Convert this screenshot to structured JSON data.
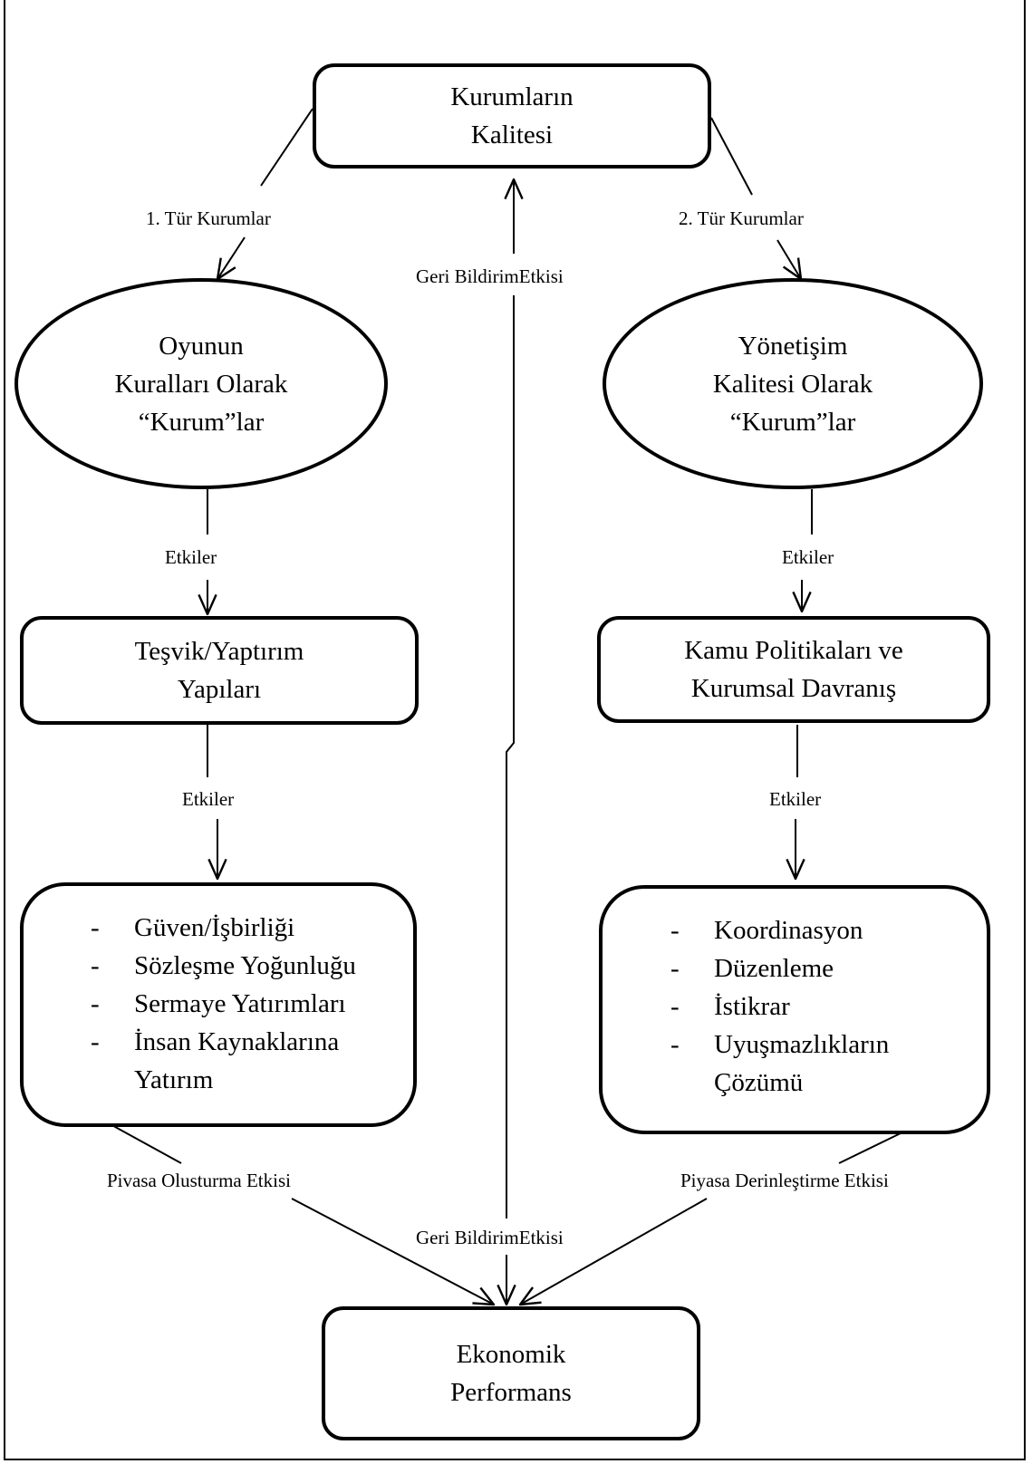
{
  "diagram": {
    "top_box": "Kurumların\nKalitesi",
    "left_branch_label": "1. Tür Kurumlar",
    "right_branch_label": "2. Tür Kurumlar",
    "feedback_label_top": "Geri BildirimEtkisi",
    "feedback_label_bottom": "Geri BildirimEtkisi",
    "left_ellipse": "Oyunun\nKuralları Olarak\n“Kurum”lar",
    "right_ellipse": "Yönetişim\nKalitesi Olarak\n“Kurum”lar",
    "effect_label": "Etkiler",
    "left_box": "Teşvik/Yaptırım\nYapıları",
    "right_box": "Kamu Politikaları ve\nKurumsal Davranış",
    "left_list": {
      "items": [
        "Güven/İşbirliği",
        "Sözleşme Yoğunluğu",
        "Sermaye Yatırımları",
        "İnsan Kaynaklarına"
      ],
      "continuation": "Yatırım"
    },
    "right_list": {
      "items": [
        "Koordinasyon",
        "Düzenleme",
        "İstikrar",
        "Uyuşmazlıkların"
      ],
      "continuation": "Çözümü"
    },
    "left_market_label": "Pivasa Olusturma Etkisi",
    "right_market_label": "Piyasa Derinleştirme Etkisi",
    "bottom_box": "Ekonomik\nPerformans",
    "dash": "-"
  }
}
